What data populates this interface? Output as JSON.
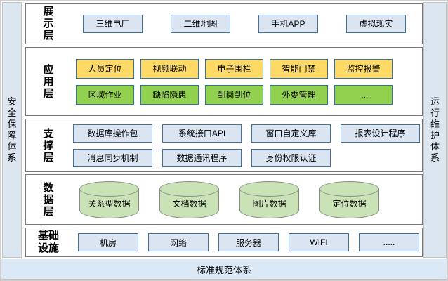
{
  "diagram": {
    "side_left": "安全保障体系",
    "side_right": "运行维护体系",
    "bottom_bar": "标准规范体系",
    "colors": {
      "pillar_bg": "#dce6f1",
      "bottom_bg": "#dbe8f6",
      "band_border": "#7a7a7a",
      "blue_box_bg": "#dbe5f1",
      "blue_box_border": "#41719c",
      "yellow_box_bg": "#ffd966",
      "green_box_bg": "#92d050",
      "accent_border": "#2e74b5",
      "cylinder_bg": "#c9e3b6"
    },
    "layers": [
      {
        "label": "展示层",
        "rows": [
          {
            "items": [
              "三维电厂",
              "二维地图",
              "手机APP",
              "虚拟现实"
            ]
          }
        ]
      },
      {
        "label": "应用层",
        "rows": [
          {
            "items": [
              "人员定位",
              "视频联动",
              "电子围栏",
              "智能门禁",
              "监控报警"
            ]
          },
          {
            "items": [
              "区域作业",
              "缺陷隐患",
              "到岗到位",
              "外委管理",
              "...."
            ]
          }
        ]
      },
      {
        "label": "支撑层",
        "rows": [
          {
            "items": [
              "数据库操作包",
              "系统接口API",
              "窗口自定义库",
              "报表设计程序"
            ]
          },
          {
            "items": [
              "消息同步机制",
              "数据通讯程序",
              "身份权限认证"
            ]
          }
        ]
      },
      {
        "label": "数据层",
        "rows": [
          {
            "items": [
              "关系型数据",
              "文档数据",
              "图片数据",
              "定位数据"
            ]
          }
        ]
      },
      {
        "label": "基础设施",
        "rows": [
          {
            "items": [
              "机房",
              "网络",
              "服务器",
              "WIFI",
              "....."
            ]
          }
        ]
      }
    ]
  }
}
